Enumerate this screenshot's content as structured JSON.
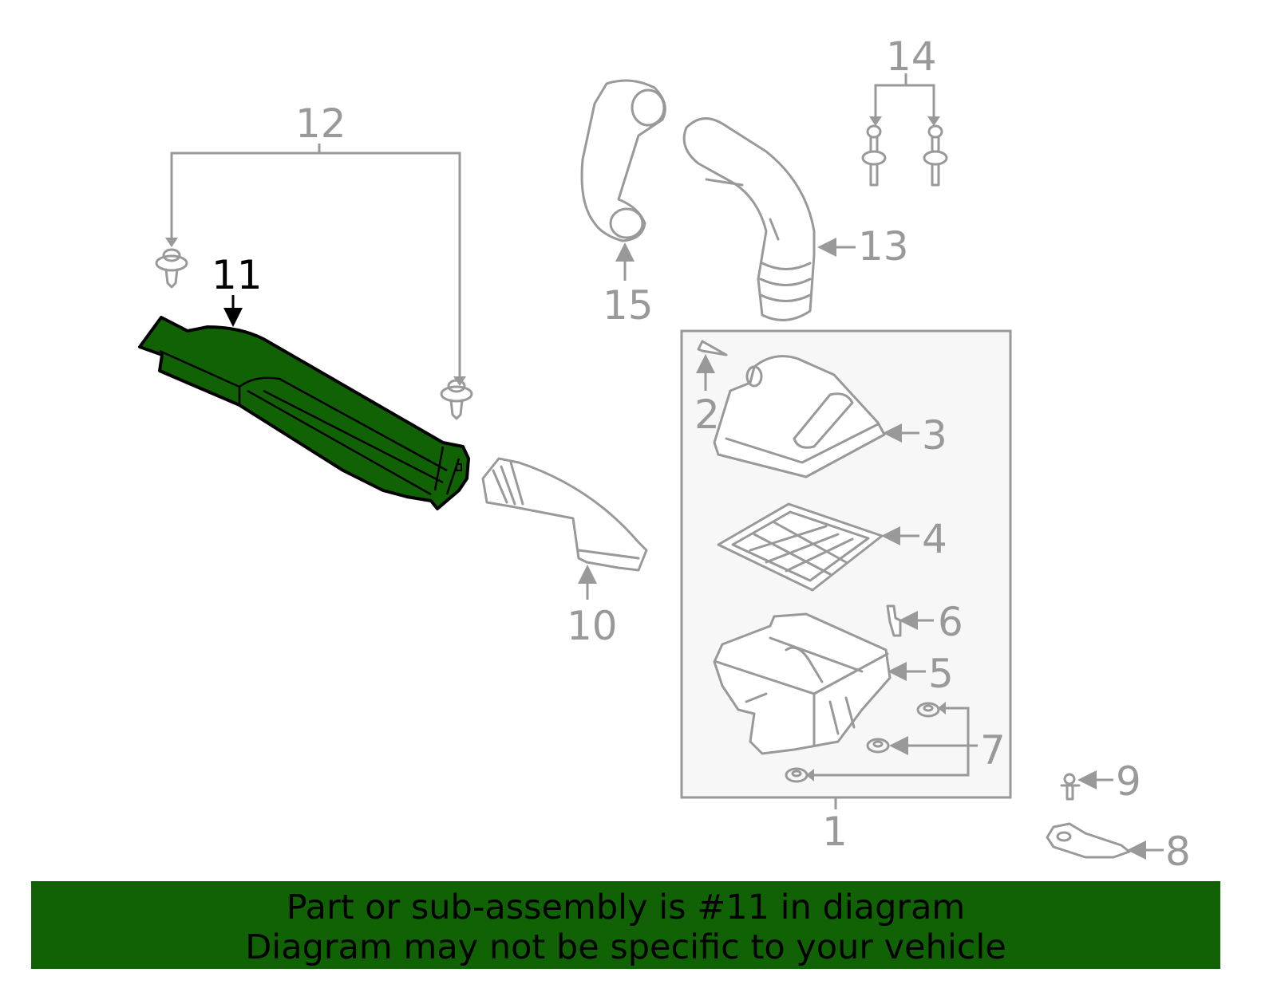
{
  "diagram": {
    "highlighted_part": "11",
    "highlight_color": "#116205",
    "label_color": "#999999",
    "callouts": [
      "1",
      "2",
      "3",
      "4",
      "5",
      "6",
      "7",
      "8",
      "9",
      "10",
      "11",
      "12",
      "13",
      "14",
      "15"
    ]
  },
  "banner": {
    "line1": "Part or sub-assembly is #11 in diagram",
    "line2": "Diagram may not be specific to your vehicle",
    "background": "#116205"
  }
}
